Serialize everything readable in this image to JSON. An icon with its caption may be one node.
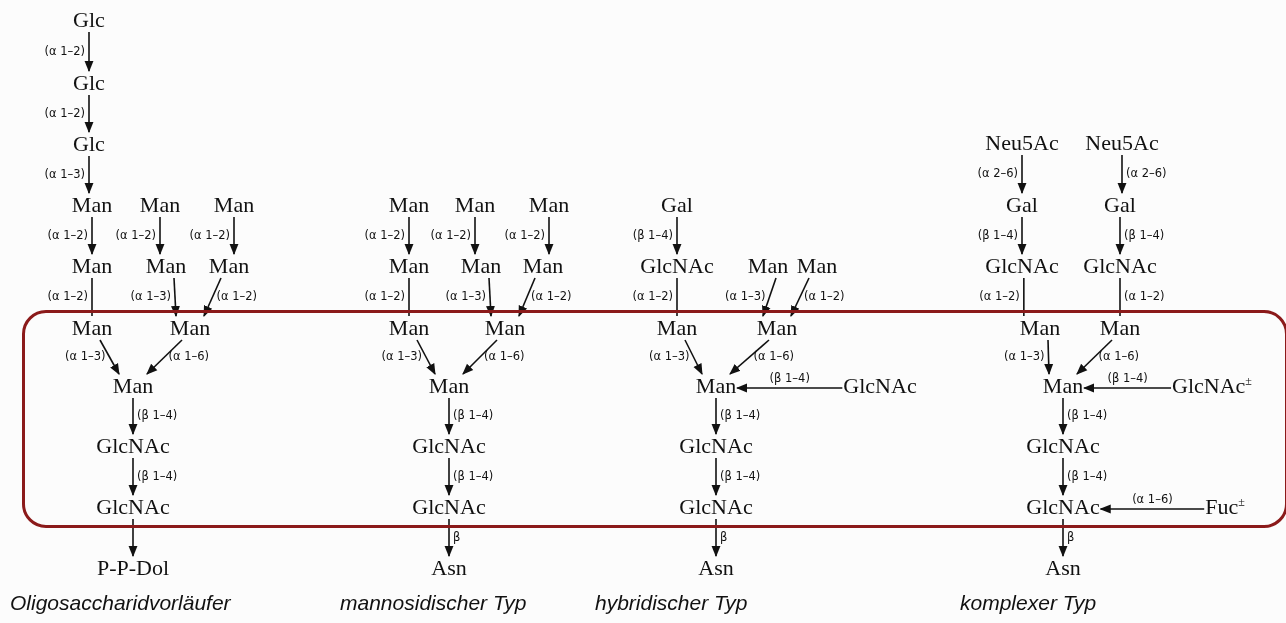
{
  "diagram": {
    "nodes": [
      {
        "text": [],
        "shape": "box"
      },
      {
        "text": [
          "Glc"
        ]
      },
      {
        "text": [
          "Glc"
        ]
      },
      {
        "text": [
          "Glc"
        ]
      },
      {
        "text": [
          "Man"
        ]
      },
      {
        "text": [
          "Man"
        ]
      },
      {
        "text": [
          "Man"
        ]
      },
      {
        "text": [
          "Man"
        ]
      },
      {
        "text": [
          "Man"
        ]
      },
      {
        "text": [
          "Man"
        ]
      },
      {
        "text": [
          "Man"
        ],
        "in": 0
      },
      {
        "text": [
          "Man"
        ],
        "in": 0
      },
      {
        "text": [
          "Man"
        ],
        "in": 0
      },
      {
        "text": [
          "GlcNAc"
        ],
        "in": 0
      },
      {
        "text": [
          "GlcNAc"
        ],
        "in": 0
      },
      {
        "text": [
          "P-P-Dol"
        ]
      },
      {
        "text": [
          "Man"
        ]
      },
      {
        "text": [
          "Man"
        ]
      },
      {
        "text": [
          "Man"
        ]
      },
      {
        "text": [
          "Man"
        ]
      },
      {
        "text": [
          "Man"
        ]
      },
      {
        "text": [
          "Man"
        ]
      },
      {
        "text": [
          "Man"
        ],
        "in": 0
      },
      {
        "text": [
          "Man"
        ],
        "in": 0
      },
      {
        "text": [
          "Man"
        ],
        "in": 0
      },
      {
        "text": [
          "GlcNAc"
        ],
        "in": 0
      },
      {
        "text": [
          "GlcNAc"
        ],
        "in": 0
      },
      {
        "text": [
          "Asn"
        ]
      },
      {
        "text": [
          "Gal"
        ]
      },
      {
        "text": [
          "GlcNAc"
        ]
      },
      {
        "text": [
          "Man"
        ]
      },
      {
        "text": [
          "Man"
        ]
      },
      {
        "text": [
          "Man"
        ],
        "in": 0
      },
      {
        "text": [
          "Man"
        ],
        "in": 0
      },
      {
        "text": [
          "Man"
        ],
        "in": 0
      },
      {
        "text": [
          "GlcNAc"
        ],
        "in": 0
      },
      {
        "text": [
          "GlcNAc"
        ],
        "in": 0
      },
      {
        "text": [
          "GlcNAc"
        ],
        "in": 0
      },
      {
        "text": [
          "Asn"
        ]
      },
      {
        "text": [
          "Neu5Ac"
        ]
      },
      {
        "text": [
          "Neu5Ac"
        ]
      },
      {
        "text": [
          "Gal"
        ]
      },
      {
        "text": [
          "Gal"
        ]
      },
      {
        "text": [
          "GlcNAc"
        ]
      },
      {
        "text": [
          "GlcNAc"
        ]
      },
      {
        "text": [
          "Man"
        ],
        "in": 0
      },
      {
        "text": [
          "Man"
        ],
        "in": 0
      },
      {
        "text": [
          "Man"
        ],
        "in": 0
      },
      {
        "text": [
          "GlcNAc$^{±}$"
        ],
        "in": 0
      },
      {
        "text": [
          "GlcNAc"
        ],
        "in": 0
      },
      {
        "text": [
          "GlcNAc"
        ],
        "in": 0
      },
      {
        "text": [
          "Fuc$^{±}$"
        ],
        "in": 0
      },
      {
        "text": [
          "Asn"
        ]
      }
    ],
    "edges": [
      {
        "from": 1,
        "to": 2,
        "arrow": "to",
        "label": "(α 1–2)"
      },
      {
        "from": 2,
        "to": 3,
        "arrow": "to",
        "label": "(α 1–2)"
      },
      {
        "from": 3,
        "to": 4,
        "arrow": "to",
        "label": "(α 1–3)"
      },
      {
        "from": 4,
        "to": 7,
        "arrow": "to",
        "label": "(α 1–2)"
      },
      {
        "from": 5,
        "to": 8,
        "arrow": "to",
        "label": "(α 1–2)"
      },
      {
        "from": 6,
        "to": 9,
        "arrow": "to",
        "label": "(α 1–2)"
      },
      {
        "from": 7,
        "to": 10,
        "arrow": "none",
        "label": "(α 1–2)"
      },
      {
        "from": 8,
        "to": 11,
        "arrow": "to",
        "label": "(α 1–3)"
      },
      {
        "from": 9,
        "to": 11,
        "arrow": "to",
        "label": "(α 1–2)"
      },
      {
        "from": 10,
        "to": 12,
        "arrow": "to",
        "label": "(α 1–3)"
      },
      {
        "from": 11,
        "to": 12,
        "arrow": "to",
        "label": "(α 1–6)"
      },
      {
        "from": 12,
        "to": 13,
        "arrow": "to",
        "label": "(β 1–4)"
      },
      {
        "from": 13,
        "to": 14,
        "arrow": "to",
        "label": "(β 1–4)"
      },
      {
        "from": 14,
        "to": 15,
        "arrow": "to"
      },
      {
        "from": 16,
        "to": 19,
        "arrow": "to",
        "label": "(α 1–2)"
      },
      {
        "from": 17,
        "to": 20,
        "arrow": "to",
        "label": "(α 1–2)"
      },
      {
        "from": 18,
        "to": 21,
        "arrow": "to",
        "label": "(α 1–2)"
      },
      {
        "from": 19,
        "to": 22,
        "arrow": "none",
        "label": "(α 1–2)"
      },
      {
        "from": 20,
        "to": 23,
        "arrow": "to",
        "label": "(α 1–3)"
      },
      {
        "from": 21,
        "to": 23,
        "arrow": "to",
        "label": "(α 1–2)"
      },
      {
        "from": 22,
        "to": 24,
        "arrow": "to",
        "label": "(α 1–3)"
      },
      {
        "from": 23,
        "to": 24,
        "arrow": "to",
        "label": "(α 1–6)"
      },
      {
        "from": 24,
        "to": 25,
        "arrow": "to",
        "label": "(β 1–4)"
      },
      {
        "from": 25,
        "to": 26,
        "arrow": "to",
        "label": "(β 1–4)"
      },
      {
        "from": 26,
        "to": 27,
        "arrow": "to",
        "label": "β"
      },
      {
        "from": 28,
        "to": 29,
        "arrow": "to",
        "label": "(β 1–4)"
      },
      {
        "from": 29,
        "to": 32,
        "arrow": "none",
        "label": "(α 1–2)"
      },
      {
        "from": 30,
        "to": 33,
        "arrow": "to",
        "label": "(α 1–3)"
      },
      {
        "from": 31,
        "to": 33,
        "arrow": "to",
        "label": "(α 1–2)"
      },
      {
        "from": 32,
        "to": 34,
        "arrow": "to",
        "label": "(α 1–3)"
      },
      {
        "from": 33,
        "to": 34,
        "arrow": "to",
        "label": "(α 1–6)"
      },
      {
        "from": 35,
        "to": 34,
        "arrow": "to",
        "label": "(β 1–4)"
      },
      {
        "from": 34,
        "to": 36,
        "arrow": "to",
        "label": "(β 1–4)"
      },
      {
        "from": 36,
        "to": 37,
        "arrow": "to",
        "label": "(β 1–4)"
      },
      {
        "from": 37,
        "to": 38,
        "arrow": "to",
        "label": "β"
      },
      {
        "from": 39,
        "to": 41,
        "arrow": "to",
        "label": "(α 2–6)"
      },
      {
        "from": 40,
        "to": 42,
        "arrow": "to",
        "label": "(α 2–6)"
      },
      {
        "from": 41,
        "to": 43,
        "arrow": "to",
        "label": "(β 1–4)"
      },
      {
        "from": 42,
        "to": 44,
        "arrow": "to",
        "label": "(β 1–4)"
      },
      {
        "from": 43,
        "to": 45,
        "arrow": "none",
        "label": "(α 1–2)"
      },
      {
        "from": 44,
        "to": 46,
        "arrow": "none",
        "label": "(α 1–2)"
      },
      {
        "from": 45,
        "to": 47,
        "arrow": "to",
        "label": "(α 1–3)"
      },
      {
        "from": 46,
        "to": 47,
        "arrow": "to",
        "label": "(α 1–6)"
      },
      {
        "from": 48,
        "to": 47,
        "arrow": "to",
        "label": "(β 1–4)"
      },
      {
        "from": 47,
        "to": 49,
        "arrow": "to",
        "label": "(β 1–4)"
      },
      {
        "from": 49,
        "to": 50,
        "arrow": "to",
        "label": "(β 1–4)"
      },
      {
        "from": 51,
        "to": 50,
        "arrow": "to",
        "label": "(α 1–6)"
      },
      {
        "from": 50,
        "to": 52,
        "arrow": "to",
        "label": "β"
      }
    ],
    "labels": [
      "Oligosaccharidvorläufer",
      "mannosidischer Typ",
      "hybridischer Typ",
      "komplexer Typ"
    ]
  }
}
